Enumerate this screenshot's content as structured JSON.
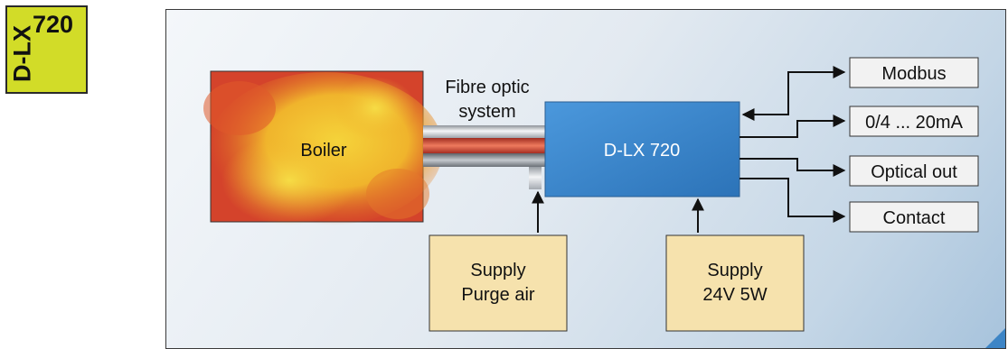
{
  "logo": {
    "vertical": "D-LX",
    "number": "720"
  },
  "diagram": {
    "boiler": "Boiler",
    "fibre_line1": "Fibre optic",
    "fibre_line2": "system",
    "device": "D-LX 720",
    "outputs": [
      "Modbus",
      "0/4 ... 20mA",
      "Optical out",
      "Contact"
    ],
    "purge_line1": "Supply",
    "purge_line2": "Purge air",
    "power_line1": "Supply",
    "power_line2": "24V  5W"
  },
  "colors": {
    "logo_bg": "#d2dc28",
    "device_fill": "#3b8ad0",
    "supply_fill": "#f6e2ad",
    "boiler_hot": "#d7402a",
    "boiler_warm": "#f0c02a"
  }
}
